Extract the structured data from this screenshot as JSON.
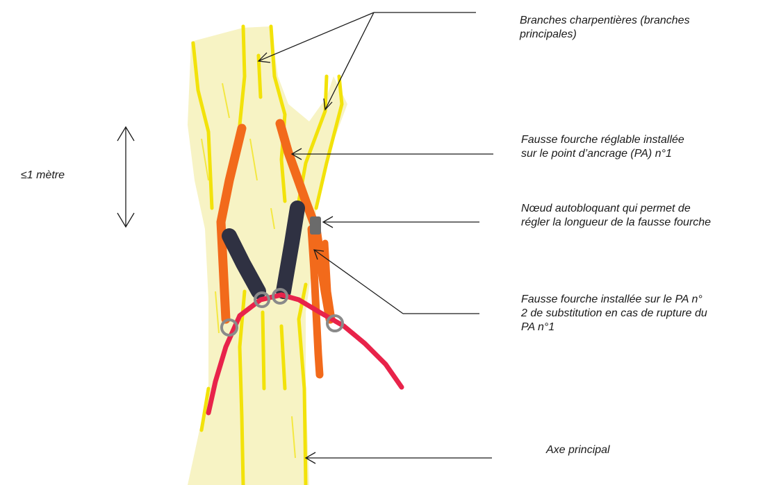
{
  "labels": {
    "branches": "Branches charpentières (branches\nprincipales)",
    "fausse_fourche_1": "Fausse fourche réglable installée\nsur le point d’ancrage (PA) n°1",
    "noeud": "Nœud autobloquant qui permet de\nrégler la longueur de la fausse fourche",
    "fausse_fourche_2": "Fausse fourche installée sur le PA n°\n2 de substitution en cas de rupture du\nPA n°1",
    "axe": "Axe principal",
    "hauteur": "≤1 mètre"
  },
  "colors": {
    "trunk_fill": "#f7f3c4",
    "trunk_stroke": "#f2e20a",
    "orange_rope": "#f26a1b",
    "dark_strap": "#2f3142",
    "red_rope": "#e8234a",
    "knot": "#6b6b6b",
    "ring": "#8a8a8a",
    "arrow": "#1a1a1a"
  }
}
